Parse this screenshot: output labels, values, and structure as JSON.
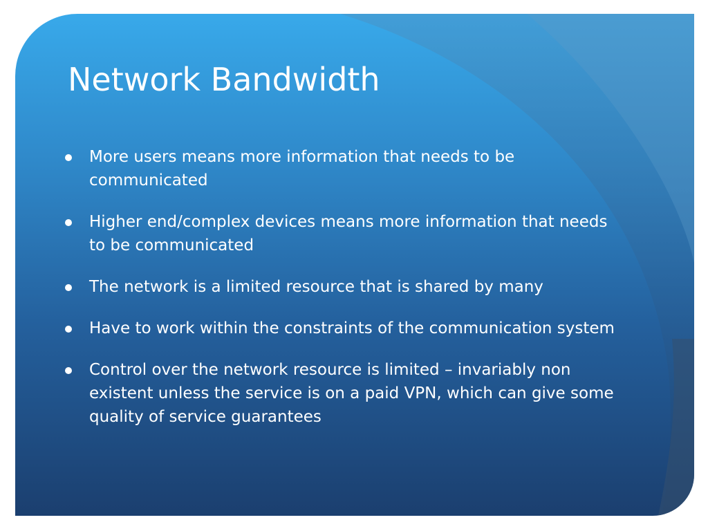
{
  "slide": {
    "title": "Network Bandwidth",
    "bullets": [
      "More users means more information that needs to be communicated",
      "Higher end/complex devices means more information that needs to be communicated",
      "The network is a limited resource that is shared by many",
      "Have to work within the constraints of the communication system",
      "Control over the network resource is limited – invariably non existent unless the service is on a paid VPN, which can give some quality of service guarantees"
    ]
  },
  "theme": {
    "bullet_icon": "round-bullet-icon",
    "colors": {
      "top_blue": "#38a9ea",
      "bottom_navy": "#1b3f6f",
      "text": "#ffffff"
    }
  }
}
